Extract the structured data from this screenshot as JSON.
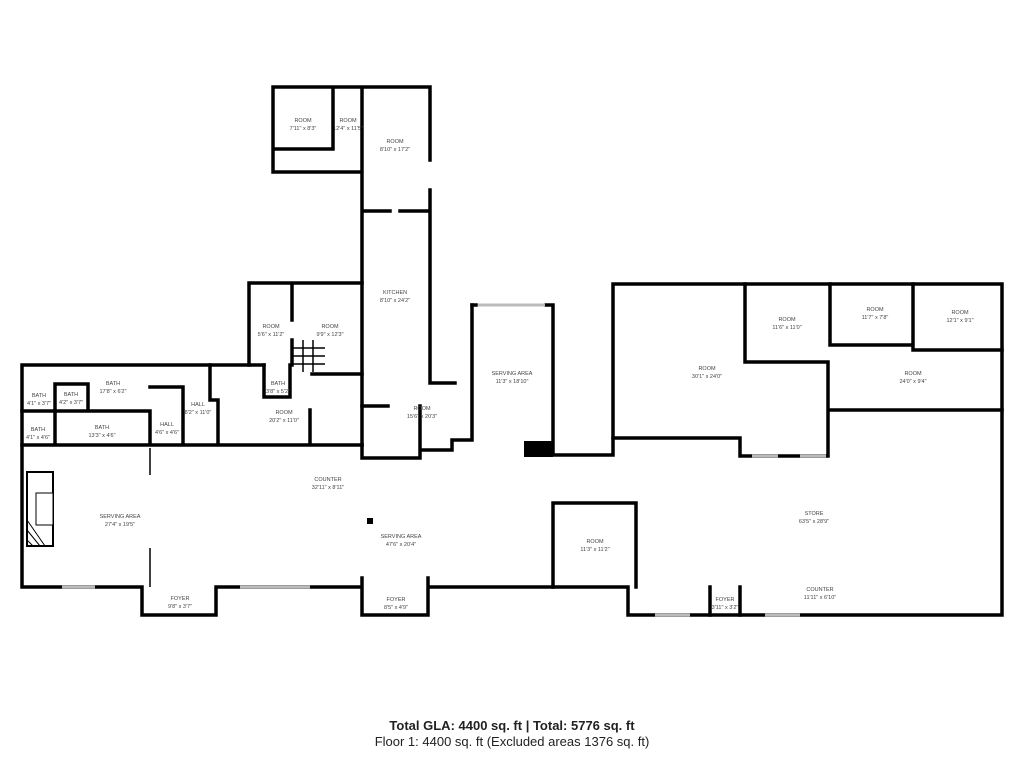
{
  "rooms": [
    {
      "name": "ROOM",
      "dim": "7'11\" x 8'3\""
    },
    {
      "name": "ROOM",
      "dim": "12'4\" x 11'5\""
    },
    {
      "name": "ROOM",
      "dim": "8'10\" x 17'2\""
    },
    {
      "name": "KITCHEN",
      "dim": "8'10\" x 24'2\""
    },
    {
      "name": "ROOM",
      "dim": "5'6\" x 11'2\""
    },
    {
      "name": "ROOM",
      "dim": "9'9\" x 12'3\""
    },
    {
      "name": "BATH",
      "dim": "3'8\" x 5'2\""
    },
    {
      "name": "ROOM",
      "dim": "20'2\" x 11'0\""
    },
    {
      "name": "ROOM",
      "dim": "15'6\" x 20'3\""
    },
    {
      "name": "SERVING AREA",
      "dim": "11'3\" x 18'10\""
    },
    {
      "name": "BATH",
      "dim": "17'8\" x 6'2\""
    },
    {
      "name": "BATH",
      "dim": "4'1\" x 3'7\""
    },
    {
      "name": "BATH",
      "dim": "4'2\" x 3'7\""
    },
    {
      "name": "HALL",
      "dim": "8'2\" x 11'0\""
    },
    {
      "name": "BATH",
      "dim": "4'1\" x 4'6\""
    },
    {
      "name": "BATH",
      "dim": "13'3\" x 4'6\""
    },
    {
      "name": "HALL",
      "dim": "4'6\" x 4'6\""
    },
    {
      "name": "COUNTER",
      "dim": "32'11\" x 8'11\""
    },
    {
      "name": "SERVING AREA",
      "dim": "27'4\" x 19'5\""
    },
    {
      "name": "SERVING AREA",
      "dim": "47'6\" x 20'4\""
    },
    {
      "name": "FOYER",
      "dim": "9'8\" x 3'7\""
    },
    {
      "name": "FOYER",
      "dim": "8'5\" x 4'9\""
    },
    {
      "name": "ROOM",
      "dim": "11'3\" x 11'2\""
    },
    {
      "name": "ROOM",
      "dim": "30'1\" x 24'0\""
    },
    {
      "name": "ROOM",
      "dim": "11'6\" x 11'0\""
    },
    {
      "name": "ROOM",
      "dim": "11'7\" x 7'8\""
    },
    {
      "name": "ROOM",
      "dim": "12'1\" x 9'1\""
    },
    {
      "name": "ROOM",
      "dim": "24'0\" x 9'4\""
    },
    {
      "name": "STORE",
      "dim": "63'5\" x 28'9\""
    },
    {
      "name": "FOYER",
      "dim": "3'11\" x 3'2\""
    },
    {
      "name": "COUNTER",
      "dim": "11'11\" x 6'10\""
    }
  ],
  "footer": {
    "totals": "Total GLA: 4400 sq. ft | Total: 5776 sq. ft",
    "floor": "Floor 1: 4400 sq. ft (Excluded areas 1376 sq. ft)"
  },
  "colors": {
    "walls": "#000000",
    "windows": "#bbbbbb",
    "text": "#444444"
  }
}
